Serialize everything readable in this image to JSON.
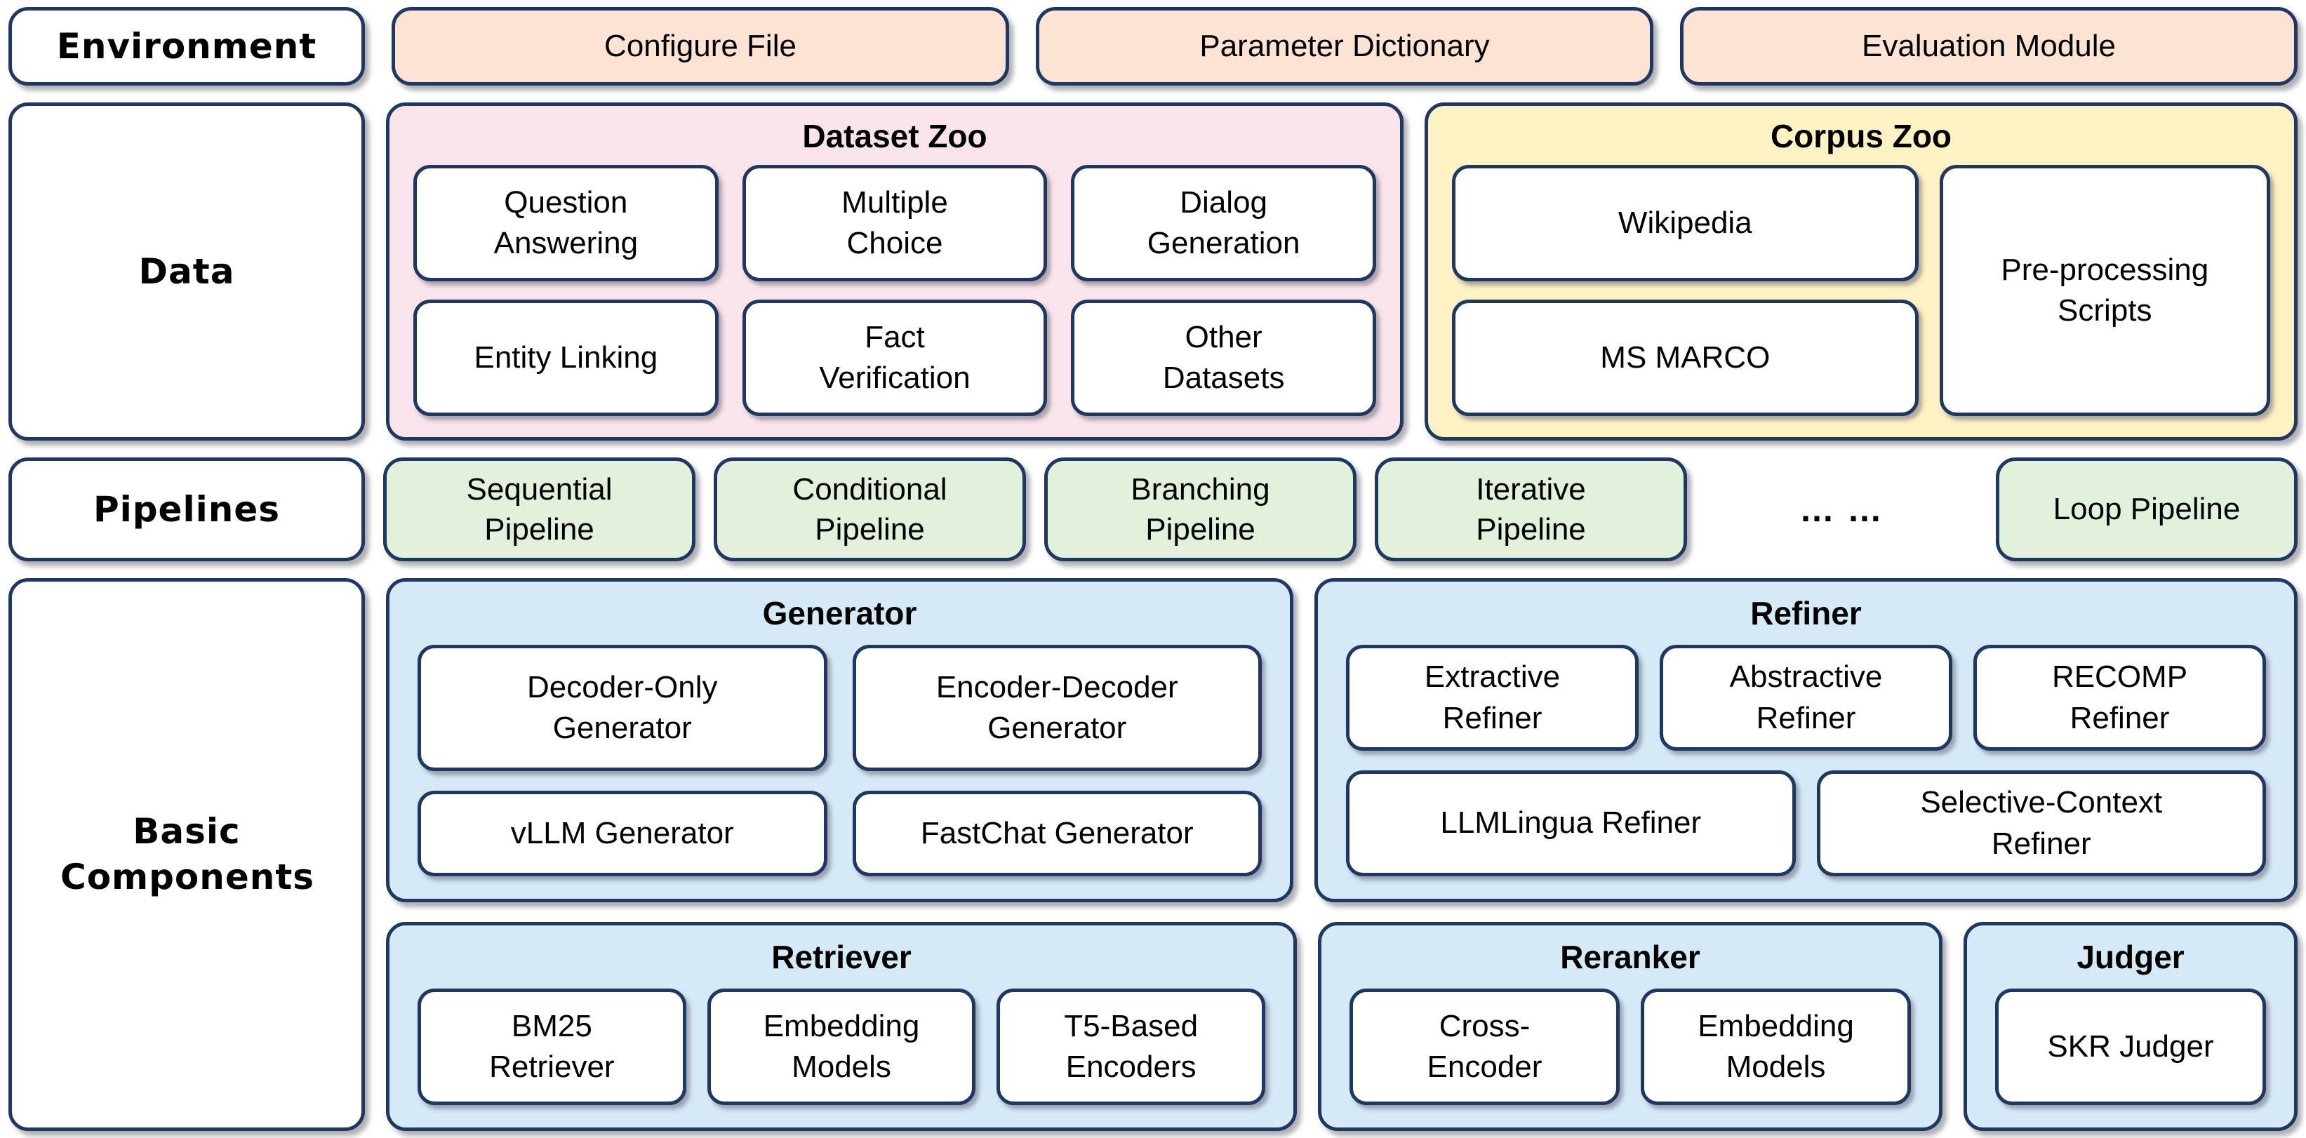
{
  "colors": {
    "border_navy": "#203760",
    "environment_peach": "#FCE3D4",
    "dataset_pink": "#FAE4EC",
    "corpus_yellow": "#FEF2C4",
    "pipeline_green": "#E2F1DB",
    "component_blue": "#D6E9F7",
    "cell_white": "#FFFFFF"
  },
  "environment_row": {
    "label": "Environment",
    "items": [
      "Configure File",
      "Parameter Dictionary",
      "Evaluation Module"
    ]
  },
  "data_row": {
    "label": "Data",
    "dataset_zoo": {
      "title": "Dataset Zoo",
      "items": [
        "Question Answering",
        "Multiple Choice",
        "Dialog Generation",
        "Entity Linking",
        "Fact Verification",
        "Other Datasets"
      ]
    },
    "corpus_zoo": {
      "title": "Corpus Zoo",
      "stack_items": [
        "Wikipedia",
        "MS MARCO"
      ],
      "side_item": "Pre-processing Scripts"
    }
  },
  "pipelines_row": {
    "label": "Pipelines",
    "items": [
      "Sequential Pipeline",
      "Conditional Pipeline",
      "Branching Pipeline",
      "Iterative Pipeline"
    ],
    "ellipsis": "… …",
    "last_item": "Loop Pipeline"
  },
  "components_row": {
    "label": "Basic Components",
    "generator": {
      "title": "Generator",
      "items": [
        "Decoder-Only Generator",
        "Encoder-Decoder Generator",
        "vLLM Generator",
        "FastChat Generator"
      ]
    },
    "refiner": {
      "title": "Refiner",
      "top_items": [
        "Extractive Refiner",
        "Abstractive Refiner",
        "RECOMP Refiner"
      ],
      "bottom_items": [
        "LLMLingua Refiner",
        "Selective-Context Refiner"
      ]
    },
    "retriever": {
      "title": "Retriever",
      "items": [
        "BM25 Retriever",
        "Embedding Models",
        "T5-Based Encoders"
      ]
    },
    "reranker": {
      "title": "Reranker",
      "items": [
        "Cross-Encoder",
        "Embedding Models"
      ]
    },
    "judger": {
      "title": "Judger",
      "items": [
        "SKR Judger"
      ]
    }
  }
}
